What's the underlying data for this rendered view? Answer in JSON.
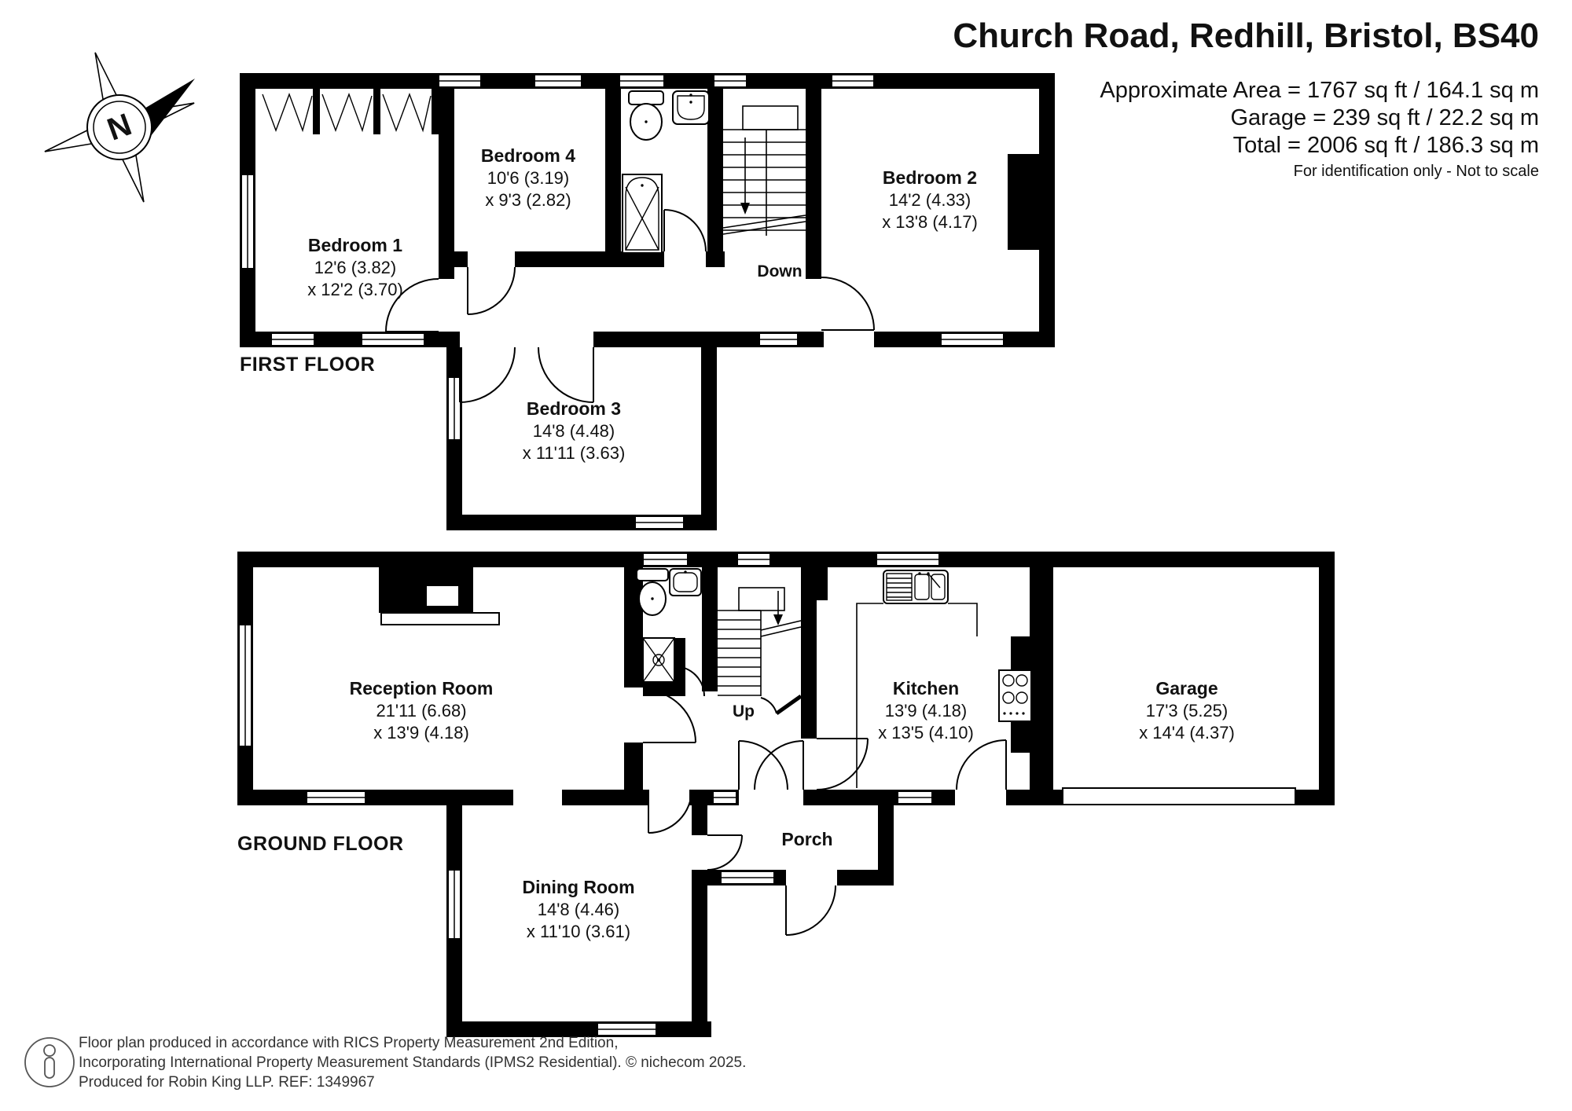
{
  "header": {
    "title": "Church Road, Redhill, Bristol, BS40",
    "area_lines": [
      "Approximate Area = 1767 sq ft / 164.1 sq m",
      "Garage = 239 sq ft / 22.2 sq m",
      "Total = 2006 sq ft / 186.3 sq m"
    ],
    "disclaimer": "For identification only - Not to scale"
  },
  "floors": {
    "first": {
      "label": "FIRST FLOOR"
    },
    "ground": {
      "label": "GROUND FLOOR"
    }
  },
  "rooms": {
    "bedroom1": {
      "name": "Bedroom 1",
      "dims": [
        "12'6 (3.82)",
        "x 12'2 (3.70)"
      ]
    },
    "bedroom4": {
      "name": "Bedroom 4",
      "dims": [
        "10'6 (3.19)",
        "x 9'3 (2.82)"
      ]
    },
    "bedroom2": {
      "name": "Bedroom 2",
      "dims": [
        "14'2 (4.33)",
        "x 13'8 (4.17)"
      ]
    },
    "bedroom3": {
      "name": "Bedroom 3",
      "dims": [
        "14'8 (4.48)",
        "x 11'11 (3.63)"
      ]
    },
    "reception": {
      "name": "Reception Room",
      "dims": [
        "21'11 (6.68)",
        "x 13'9 (4.18)"
      ]
    },
    "kitchen": {
      "name": "Kitchen",
      "dims": [
        "13'9 (4.18)",
        "x 13'5 (4.10)"
      ]
    },
    "garage": {
      "name": "Garage",
      "dims": [
        "17'3 (5.25)",
        "x 14'4 (4.37)"
      ]
    },
    "dining": {
      "name": "Dining Room",
      "dims": [
        "14'8 (4.46)",
        "x 11'10 (3.61)"
      ]
    }
  },
  "annotations": {
    "down": "Down",
    "up": "Up",
    "porch": "Porch"
  },
  "compass": {
    "north_label": "N"
  },
  "footer": {
    "lines": [
      "Floor plan produced in accordance with RICS Property Measurement 2nd Edition,",
      "Incorporating International Property Measurement Standards (IPMS2 Residential).   © nichecom 2025.",
      "Produced for Robin King LLP.   REF:  1349967"
    ]
  }
}
